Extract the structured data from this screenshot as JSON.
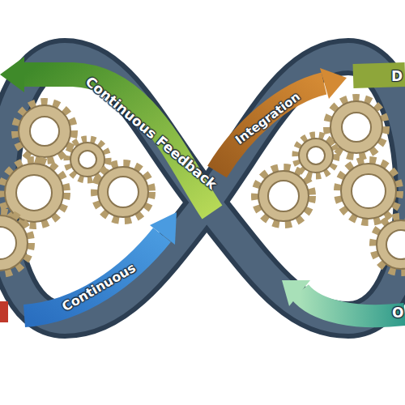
{
  "diagram": {
    "labels": [
      "Continuous Feedback",
      "Integration",
      "D",
      "Continuous",
      "O"
    ]
  }
}
